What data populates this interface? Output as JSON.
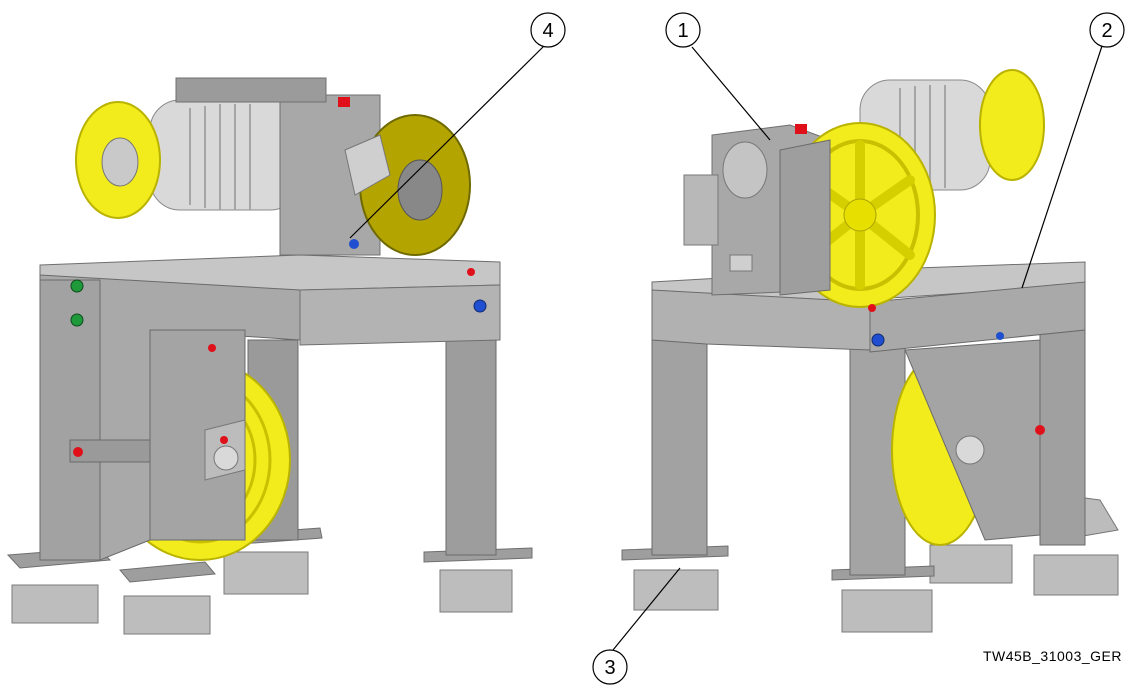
{
  "callouts": [
    {
      "id": "1",
      "label": "1"
    },
    {
      "id": "2",
      "label": "2"
    },
    {
      "id": "3",
      "label": "3"
    },
    {
      "id": "4",
      "label": "4"
    }
  ],
  "figure_code": "TW45B_31003_GER",
  "colors": {
    "frame_front": "#a7a7a7",
    "frame_top": "#c9c9c9",
    "frame_dark": "#8a8a8a",
    "sheave": "#f2ec1c",
    "sheave_dark": "#c8c000",
    "motor": "#d9d9d9",
    "bolt_red": "#e0101a",
    "bolt_green": "#1f9a3a",
    "bolt_blue": "#1f4fd0"
  }
}
